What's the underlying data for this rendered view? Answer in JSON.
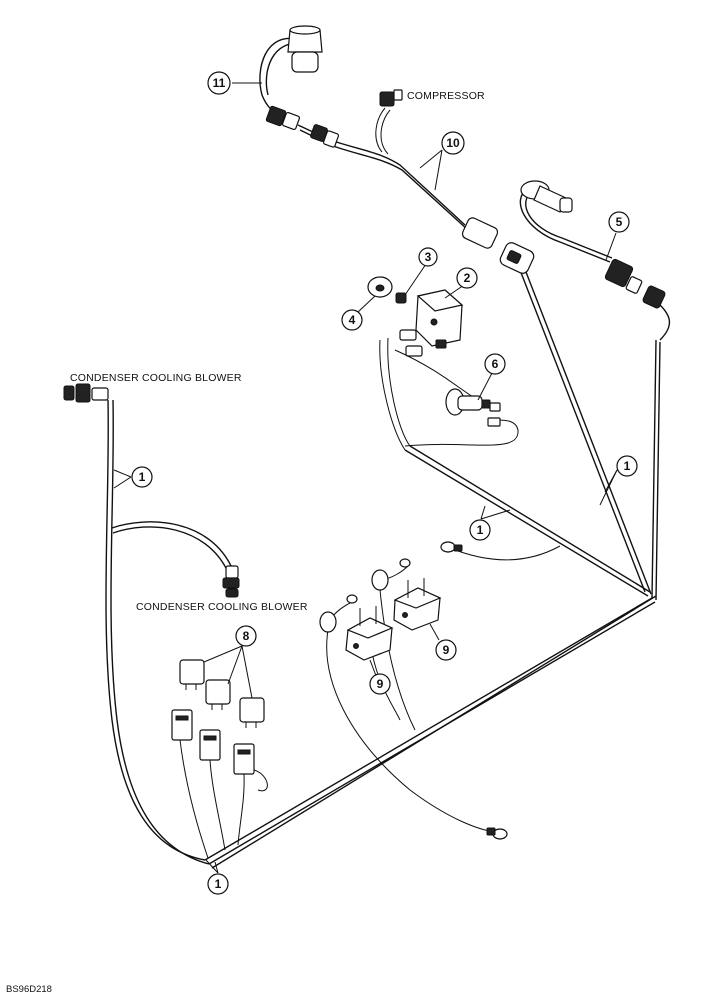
{
  "labels": {
    "compressor": "COMPRESSOR",
    "condenser_blower_top": "CONDENSER COOLING BLOWER",
    "condenser_blower_mid": "CONDENSER COOLING BLOWER"
  },
  "callouts": {
    "c11": "11",
    "c10": "10",
    "c5": "5",
    "c3": "3",
    "c2": "2",
    "c4": "4",
    "c6": "6",
    "c1_left": "1",
    "c1_right": "1",
    "c1_mid": "1",
    "c1_bottom": "1",
    "c8": "8",
    "c9_right": "9",
    "c9_left": "9"
  },
  "figure_code": "BS96D218"
}
